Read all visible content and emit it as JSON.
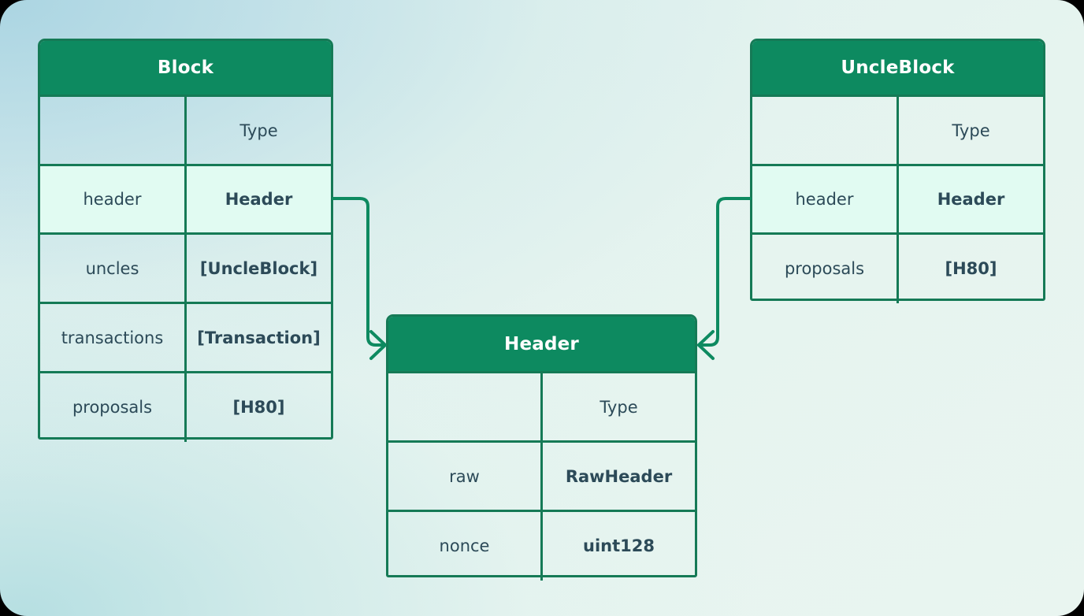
{
  "diagram": {
    "type": "entity-relationship",
    "colors": {
      "header_green": "#0d8a60",
      "border_green": "#157a56",
      "text_dark": "#2c4a58",
      "highlight_row": "#e1fbf2",
      "background_from": "#abd5e2",
      "background_to": "#e9f5f0"
    },
    "entities": [
      {
        "id": "block",
        "title": "Block",
        "column_header": {
          "name": "",
          "type": "Type"
        },
        "fields": [
          {
            "name": "header",
            "type": "Header",
            "highlight": true
          },
          {
            "name": "uncles",
            "type": "[UncleBlock]",
            "highlight": false
          },
          {
            "name": "transactions",
            "type": "[Transaction]",
            "highlight": false
          },
          {
            "name": "proposals",
            "type": "[H80]",
            "highlight": false
          }
        ]
      },
      {
        "id": "uncleblock",
        "title": "UncleBlock",
        "column_header": {
          "name": "",
          "type": "Type"
        },
        "fields": [
          {
            "name": "header",
            "type": "Header",
            "highlight": true
          },
          {
            "name": "proposals",
            "type": "[H80]",
            "highlight": false
          }
        ]
      },
      {
        "id": "header",
        "title": "Header",
        "column_header": {
          "name": "",
          "type": "Type"
        },
        "fields": [
          {
            "name": "raw",
            "type": "RawHeader",
            "highlight": false
          },
          {
            "name": "nonce",
            "type": "uint128",
            "highlight": false
          }
        ]
      }
    ],
    "relations": [
      {
        "id": "block-header",
        "from": "Block.header",
        "to": "Header",
        "direction": "right"
      },
      {
        "id": "uncleblock-header",
        "from": "UncleBlock.header",
        "to": "Header",
        "direction": "left"
      }
    ]
  }
}
